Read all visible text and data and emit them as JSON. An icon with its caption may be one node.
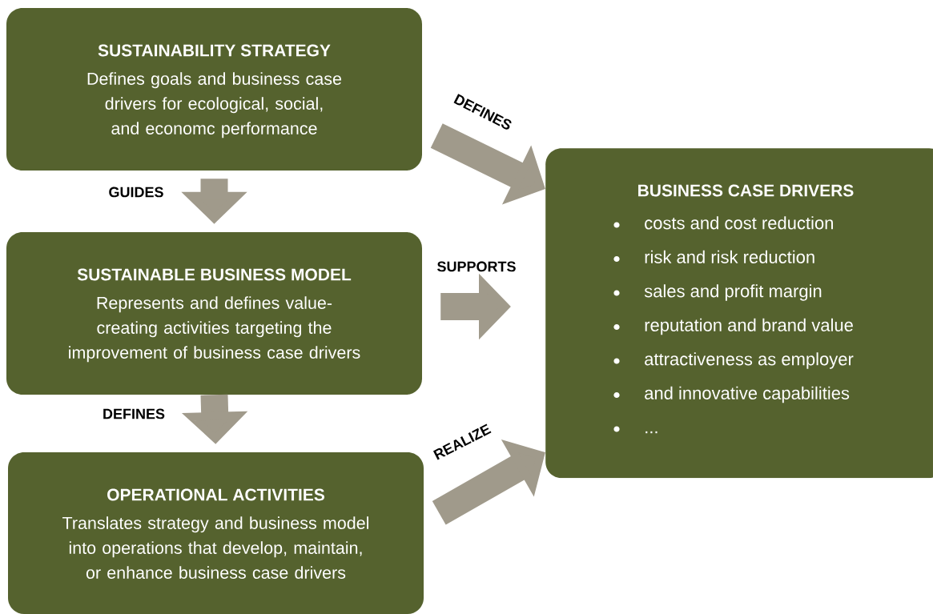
{
  "diagram": {
    "nodes": [
      {
        "text": [
          "SUSTAINABILITY STRATEGY",
          "Defines goals and business case drivers for ecological, social, and economc performance"
        ]
      },
      {
        "text": [
          "SUSTAINABLE BUSINESS MODEL",
          "Represents and defines value-creating activities targeting the improvement of business case drivers"
        ]
      },
      {
        "text": [
          "OPERATIONAL ACTIVITIES",
          "Translates strategy and business model into operations that develop, maintain, or enhance business case drivers"
        ]
      },
      {
        "text": [
          "BUSINESS CASE DRIVERS",
          "costs and cost reduction",
          "risk and risk reduction",
          "sales and profit margin",
          "reputation and brand value",
          "attractiveness as employer",
          "and innovative capabilities",
          "..."
        ]
      }
    ],
    "edges": [
      {
        "from": 0,
        "to": 1,
        "arrow": "to",
        "label": "GUIDES"
      },
      {
        "from": 1,
        "to": 2,
        "arrow": "to",
        "label": "DEFINES"
      },
      {
        "from": 0,
        "to": 3,
        "arrow": "to",
        "label": "DEFINES"
      },
      {
        "from": 1,
        "to": 3,
        "arrow": "to",
        "label": "SUPPORTS"
      },
      {
        "from": 2,
        "to": 3,
        "arrow": "to",
        "label": "REALIZE"
      }
    ]
  }
}
